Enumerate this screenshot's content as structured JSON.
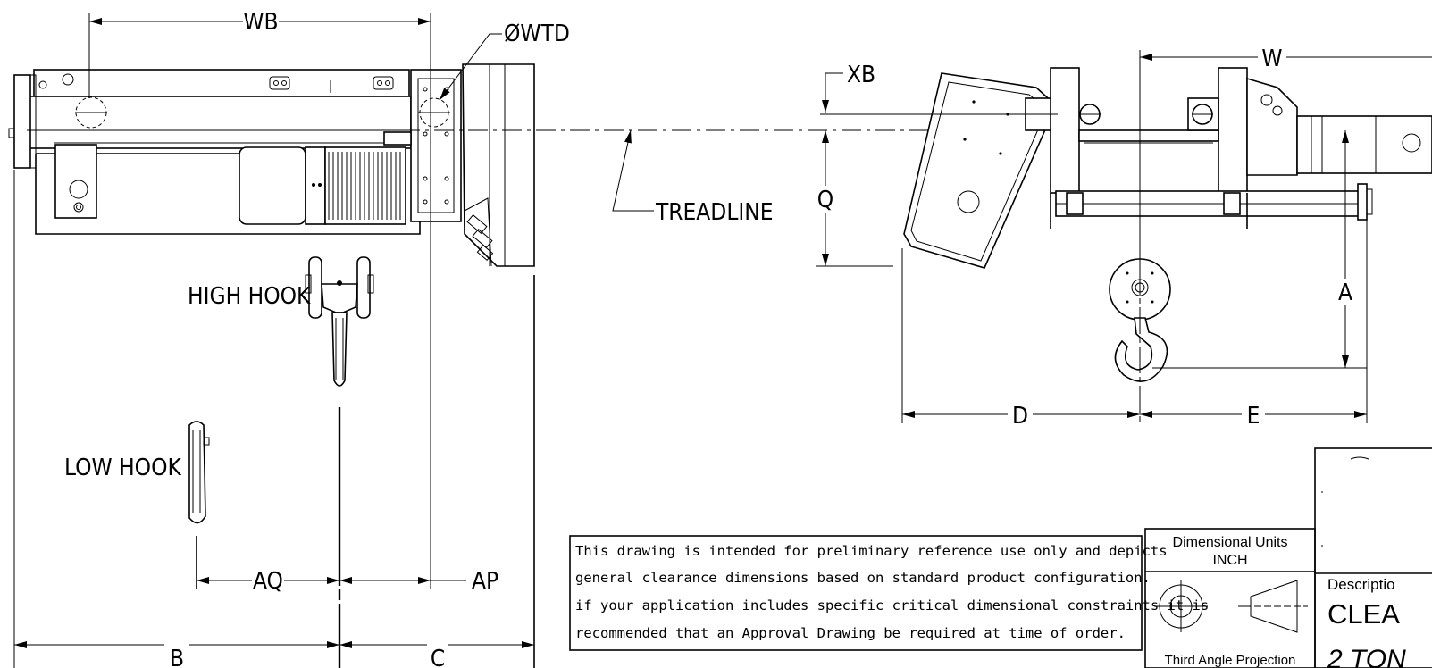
{
  "dimensions": {
    "wb": "WB",
    "wtd": "ØWTD",
    "xb": "XB",
    "w": "W",
    "q": "Q",
    "a": "A",
    "d": "D",
    "e": "E",
    "aq": "AQ",
    "ap": "AP",
    "b": "B",
    "c": "C"
  },
  "labels": {
    "treadline": "TREADLINE",
    "high_hook": "HIGH HOOK",
    "low_hook": "LOW HOOK"
  },
  "note": {
    "lines": [
      "This drawing is intended for preliminary reference use only and depicts",
      "general clearance dimensions based on standard product configuration.",
      "if your application includes specific critical dimensional constraints it is",
      "recommended that an Approval Drawing be required at time of order."
    ]
  },
  "title_block": {
    "units_label": "Dimensional Units",
    "units_value": "INCH",
    "projection_label": "Third Angle Projection",
    "description_label": "Descriptio",
    "description_value": "CLEA",
    "capacity_partial": "2 TON"
  }
}
